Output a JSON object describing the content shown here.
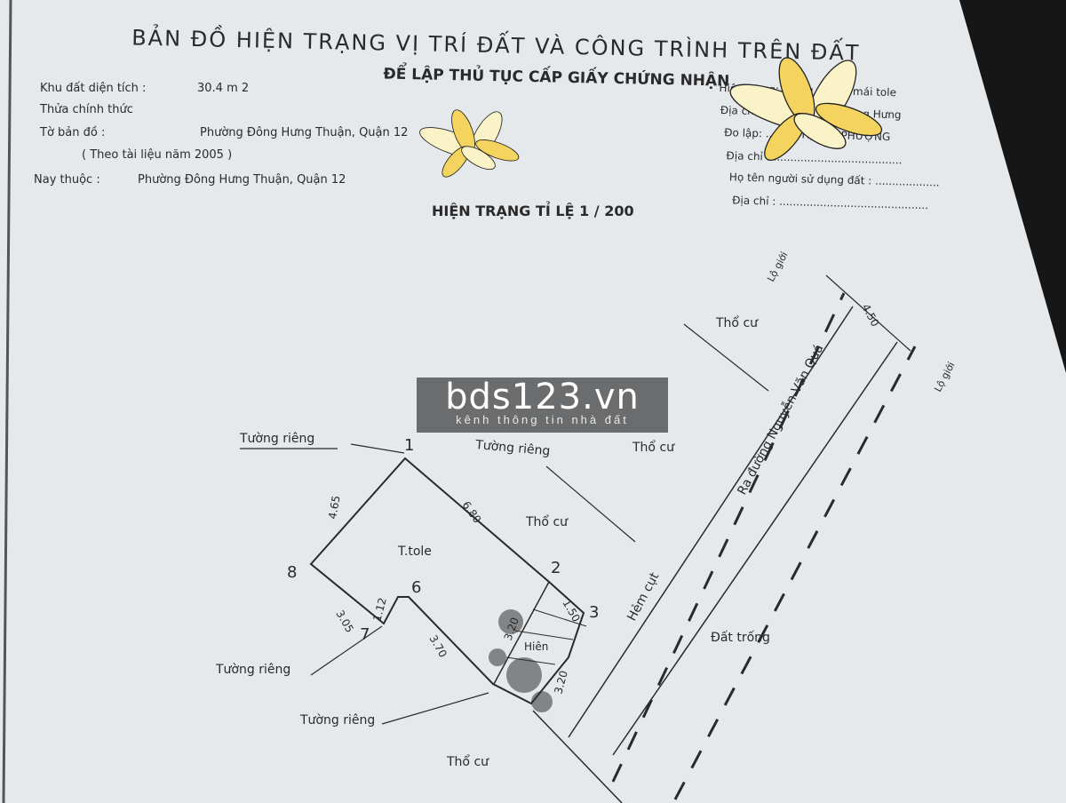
{
  "title": "BẢN ĐỒ HIỆN TRẠNG VỊ TRÍ ĐẤT VÀ CÔNG TRÌNH TRÊN ĐẤT",
  "subtitle": "ĐỂ LẬP THỦ TỤC CẤP GIẤY CHỨNG NHẬN",
  "left_info": {
    "area_label": "Khu đất diện tích :",
    "area_value": "30.4 m 2",
    "parcel_label": "Thửa chính thức",
    "map_sheet_label": "Tờ bản đồ :",
    "map_sheet_value": "Phường Đông Hưng Thuận, Quận 12",
    "per_note": "( Theo tài liệu năm 2005 )",
    "now_label": "Nay thuộc :",
    "now_value": "Phường Đông Hưng Thuận, Quận 12"
  },
  "right_info": {
    "line1": "Hiện trạng: tường gạch , mái tole",
    "line2": "Địa chỉ: ... 12, Phường Đông Hưng",
    "line3": "Đo lập: ... LÊ THỊ YẾN PHƯỢNG",
    "line4": "Địa chỉ : ......................................",
    "line5": "Họ tên người sử dụng đất : ...................",
    "line6": "Địa chỉ : ............................................"
  },
  "scale_heading": "HIỆN TRẠNG TỈ LỆ 1 / 200",
  "diagram": {
    "labels": {
      "tho_cu_1": "Thổ cư",
      "tho_cu_2": "Thổ cư",
      "tho_cu_3": "Thổ cư",
      "tho_cu_4": "Thổ cư",
      "lo_gioi_1": "Lộ giới",
      "lo_gioi_2": "Lộ giới",
      "road": "Ra đường Nguyễn Văn Quá",
      "alley": "Hẻm cụt",
      "empty_land": "Đất trống",
      "wall_1": "Tường riêng",
      "wall_2": "Tường riêng",
      "wall_3": "Tường riêng",
      "wall_4": "Tường riêng",
      "roof": "T.tole",
      "stairs": "Hiên"
    },
    "dimensions": {
      "road_width": "4.50",
      "d465": "4.65",
      "d680": "6.80",
      "d305": "3.05",
      "d112": "1.12",
      "d370": "3.70",
      "d150": "1.50",
      "d320a": "3.20",
      "d320b": "3.20"
    },
    "vertices": {
      "v1": "1",
      "v3": "3",
      "v6": "6",
      "v7": "7",
      "v8": "8",
      "v2": "2"
    }
  },
  "watermark": {
    "brand": "bds123.vn",
    "tagline": "kênh thông tin nhà đất"
  },
  "colors": {
    "paper": "#e9ecef",
    "ink": "#2a2a2a",
    "flower": "#f4d35e"
  }
}
